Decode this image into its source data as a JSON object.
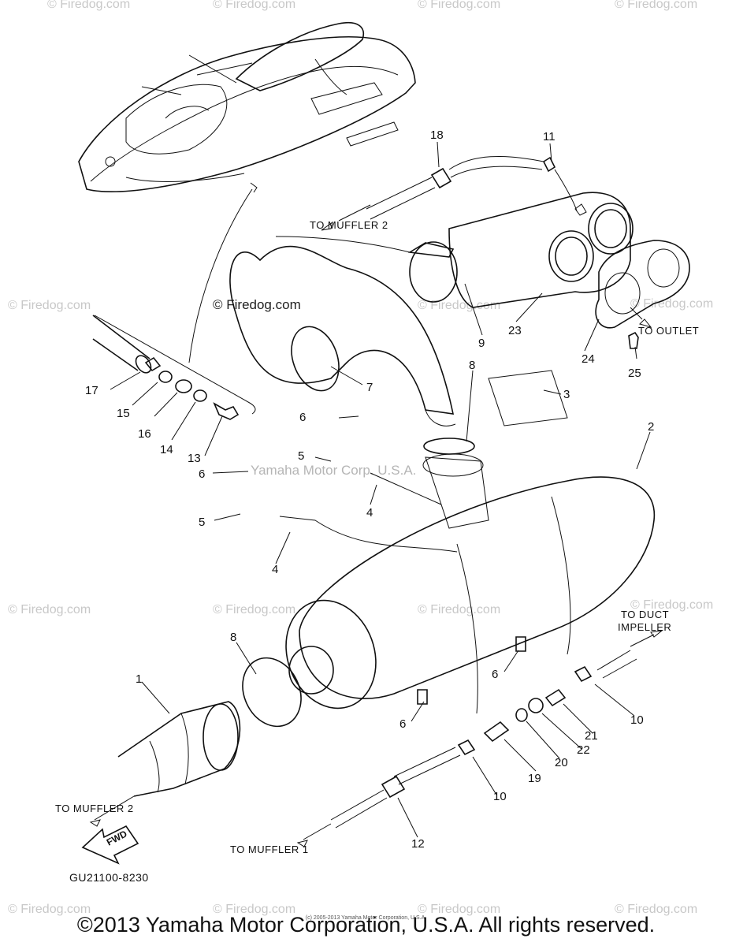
{
  "diagram_code": "GU21100-8230",
  "copyright": "©2013 Yamaha Motor Corporation, U.S.A. All rights reserved.",
  "small_copyright": "(c) 2005-2013 Yamaha Motor Corporation, U.S.A.",
  "center_watermark": "Yamaha Motor Corp. U.S.A.",
  "watermark": "© Firedog.com",
  "fwd_label": "FWD",
  "notes": {
    "to_muffler_2_top": "TO MUFFLER 2",
    "to_outlet": "TO OUTLET",
    "to_duct_impeller_1": "TO DUCT",
    "to_duct_impeller_2": "IMPELLER",
    "to_muffler_2_bottom": "TO MUFFLER 2",
    "to_muffler_1": "TO MUFFLER 1"
  },
  "callouts": {
    "c1": "1",
    "c2": "2",
    "c3": "3",
    "c4a": "4",
    "c4b": "4",
    "c5a": "5",
    "c5b": "5",
    "c6a": "6",
    "c6b": "6",
    "c6c": "6",
    "c6d": "6",
    "c7": "7",
    "c8a": "8",
    "c8b": "8",
    "c9": "9",
    "c10a": "10",
    "c10b": "10",
    "c11": "11",
    "c12": "12",
    "c13": "13",
    "c14": "14",
    "c15": "15",
    "c16": "16",
    "c17": "17",
    "c18": "18",
    "c19": "19",
    "c20": "20",
    "c21": "21",
    "c22": "22",
    "c23": "23",
    "c24": "24",
    "c25": "25"
  }
}
